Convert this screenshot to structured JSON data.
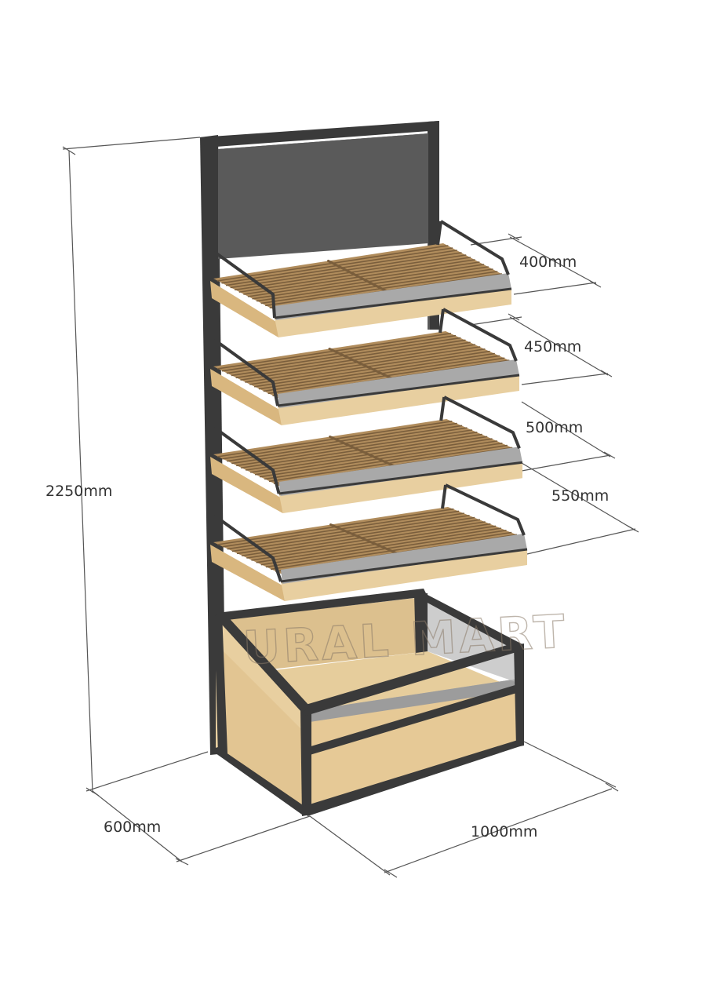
{
  "diagram": {
    "subject": "wooden slatted bakery display rack",
    "colors": {
      "frame": "#3a3a3a",
      "back_panel": "#5a5a5a",
      "wood_light": "#e8cfa0",
      "wood_mid": "#d9b77f",
      "slat": "#b08c5c",
      "slat_dark": "#7a5e3c",
      "glass": "#a9a9a9",
      "dimension_line": "#555555"
    },
    "dimensions": {
      "height": "2250mm",
      "depth": "600mm",
      "width": "1000mm",
      "shelf_1": "400mm",
      "shelf_2": "450mm",
      "shelf_3": "500mm",
      "shelf_4": "550mm"
    },
    "watermark": "URAL MART"
  }
}
